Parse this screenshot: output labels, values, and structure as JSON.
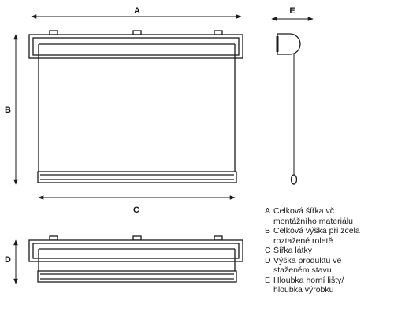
{
  "dimensions": {
    "a": "A",
    "b": "B",
    "c": "C",
    "d": "D",
    "e": "E"
  },
  "legend": [
    {
      "key": "A",
      "lines": [
        "Celková šířka vč.",
        "montážního materiálu"
      ]
    },
    {
      "key": "B",
      "lines": [
        "Celková výška při zcela",
        "roztažené roletě"
      ]
    },
    {
      "key": "C",
      "lines": [
        "Šířka látky"
      ]
    },
    {
      "key": "D",
      "lines": [
        "Výška produktu ve",
        "staženém stavu"
      ]
    },
    {
      "key": "E",
      "lines": [
        "Hloubka horní lišty/",
        "hloubka výrobku"
      ]
    }
  ]
}
